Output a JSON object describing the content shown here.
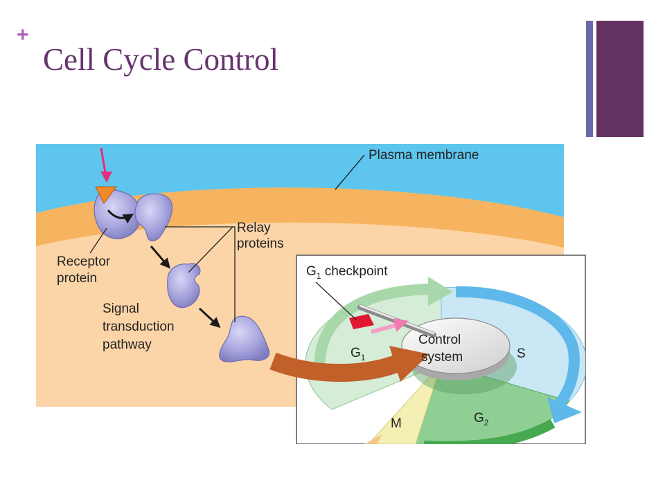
{
  "slide": {
    "plus": "+",
    "title": "Cell Cycle Control"
  },
  "diagram": {
    "plasma_membrane": "Plasma membrane",
    "relay_1": "Relay",
    "relay_2": "proteins",
    "receptor_1": "Receptor",
    "receptor_2": "protein",
    "signal_1": "Signal",
    "signal_2": "transduction",
    "signal_3": "pathway",
    "checkpoint_g": "G",
    "checkpoint_sub": "1",
    "checkpoint_rest": " checkpoint",
    "control_1": "Control",
    "control_2": "system",
    "g1_g": "G",
    "g1_sub": "1",
    "s_label": "S",
    "g2_g": "G",
    "g2_sub": "2",
    "m_label": "M"
  },
  "colors": {
    "title": "#66336e",
    "accent_plus": "#b060b8",
    "bar_thin": "#6a6aa8",
    "bar_thick": "#633262",
    "extracellular": "#5ec6ee",
    "membrane": "#f6b460",
    "cytoplasm": "#fbd5a8",
    "protein": "#a6a4dc",
    "signal_arrow": "#e0307a"
  }
}
